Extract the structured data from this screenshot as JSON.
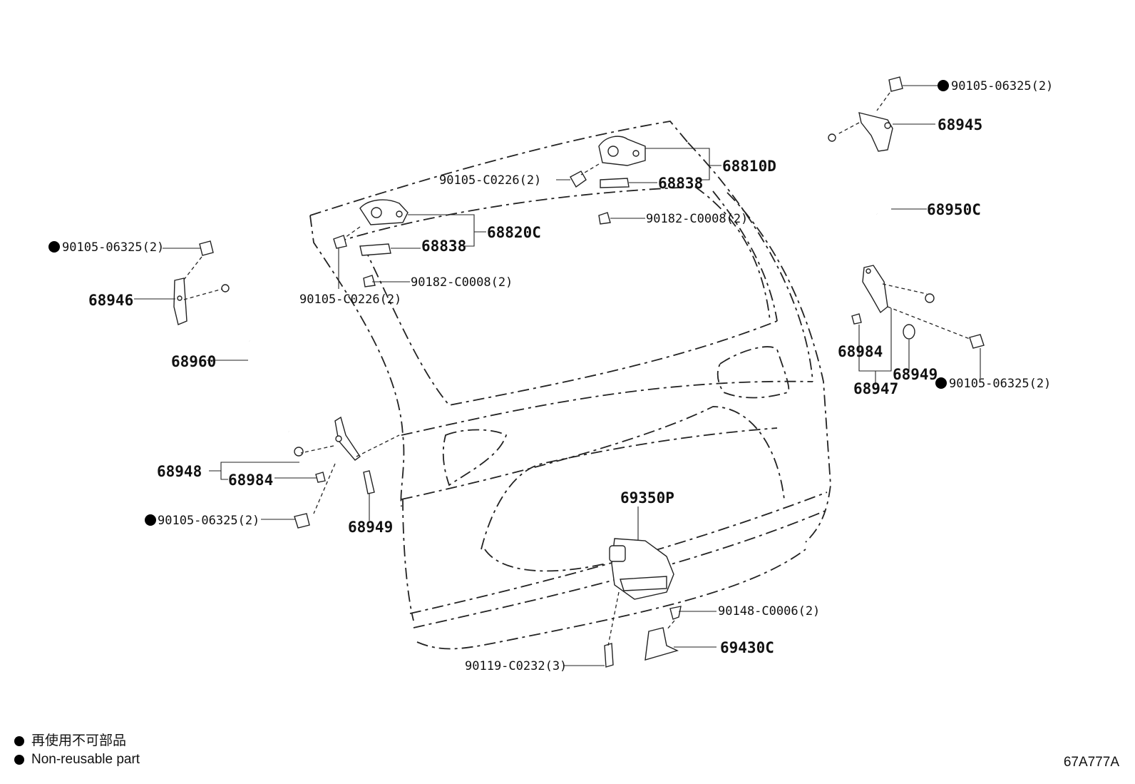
{
  "labels": {
    "l1": "90105-06325(2)",
    "l2": "68945",
    "l3": "68810D",
    "l4": "68838",
    "l5": "90105-C0226(2)",
    "l6": "90182-C0008(2)",
    "l7": "68950C",
    "l8": "68820C",
    "l9": "68838",
    "l10": "90105-06325(2)",
    "l11": "90182-C0008(2)",
    "l12": "68946",
    "l13": "90105-C0226(2)",
    "l14": "68960",
    "l15": "68984",
    "l16": "68949",
    "l17": "90105-06325(2)",
    "l18": "68947",
    "l19": "68948",
    "l20": "68984",
    "l21": "69350P",
    "l22": "90105-06325(2)",
    "l23": "68949",
    "l24": "90148-C0006(2)",
    "l25": "69430C",
    "l26": "90119-C0232(3)"
  },
  "legend": {
    "jp": "再使用不可部品",
    "en": "Non-reusable part"
  },
  "diagram_code": "67A777A"
}
